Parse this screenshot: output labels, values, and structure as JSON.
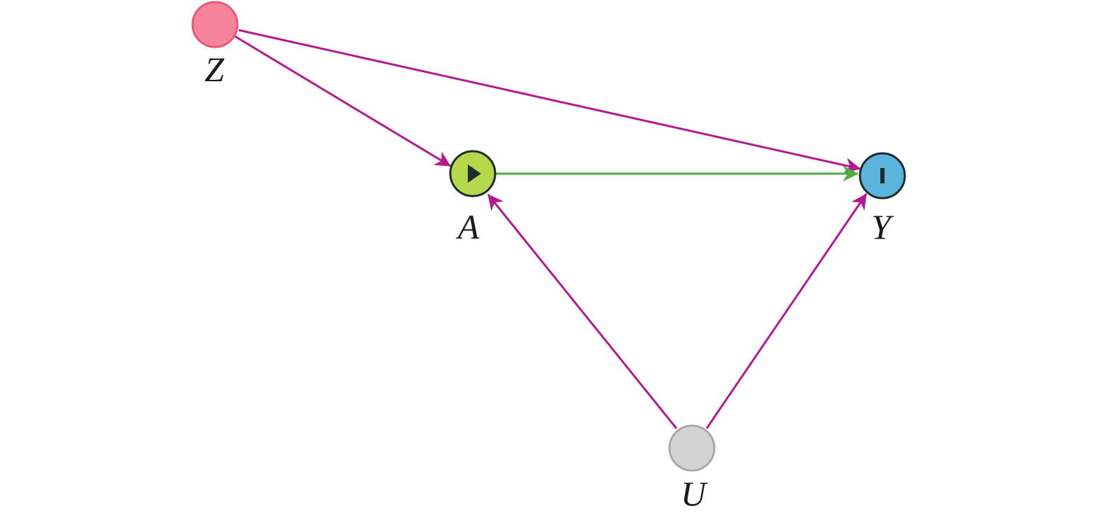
{
  "diagram": {
    "nodes": [
      {
        "id": "Z",
        "label": "Z",
        "fill": "#f7849a",
        "stroke": "#e8577a",
        "icon": "none"
      },
      {
        "id": "A",
        "label": "A",
        "fill": "#b5d84a",
        "stroke": "#1f2a2e",
        "icon": "play-icon"
      },
      {
        "id": "Y",
        "label": "Y",
        "fill": "#5ab4dc",
        "stroke": "#1f2a2e",
        "icon": "bar-icon"
      },
      {
        "id": "U",
        "label": "U",
        "fill": "#d3d3d3",
        "stroke": "#a9a9a9",
        "icon": "none"
      }
    ],
    "edges": [
      {
        "from": "Z",
        "to": "A",
        "color": "#b5198f"
      },
      {
        "from": "Z",
        "to": "Y",
        "color": "#b5198f"
      },
      {
        "from": "A",
        "to": "Y",
        "color": "#4caf3c"
      },
      {
        "from": "U",
        "to": "A",
        "color": "#b5198f"
      },
      {
        "from": "U",
        "to": "Y",
        "color": "#b5198f"
      }
    ]
  }
}
